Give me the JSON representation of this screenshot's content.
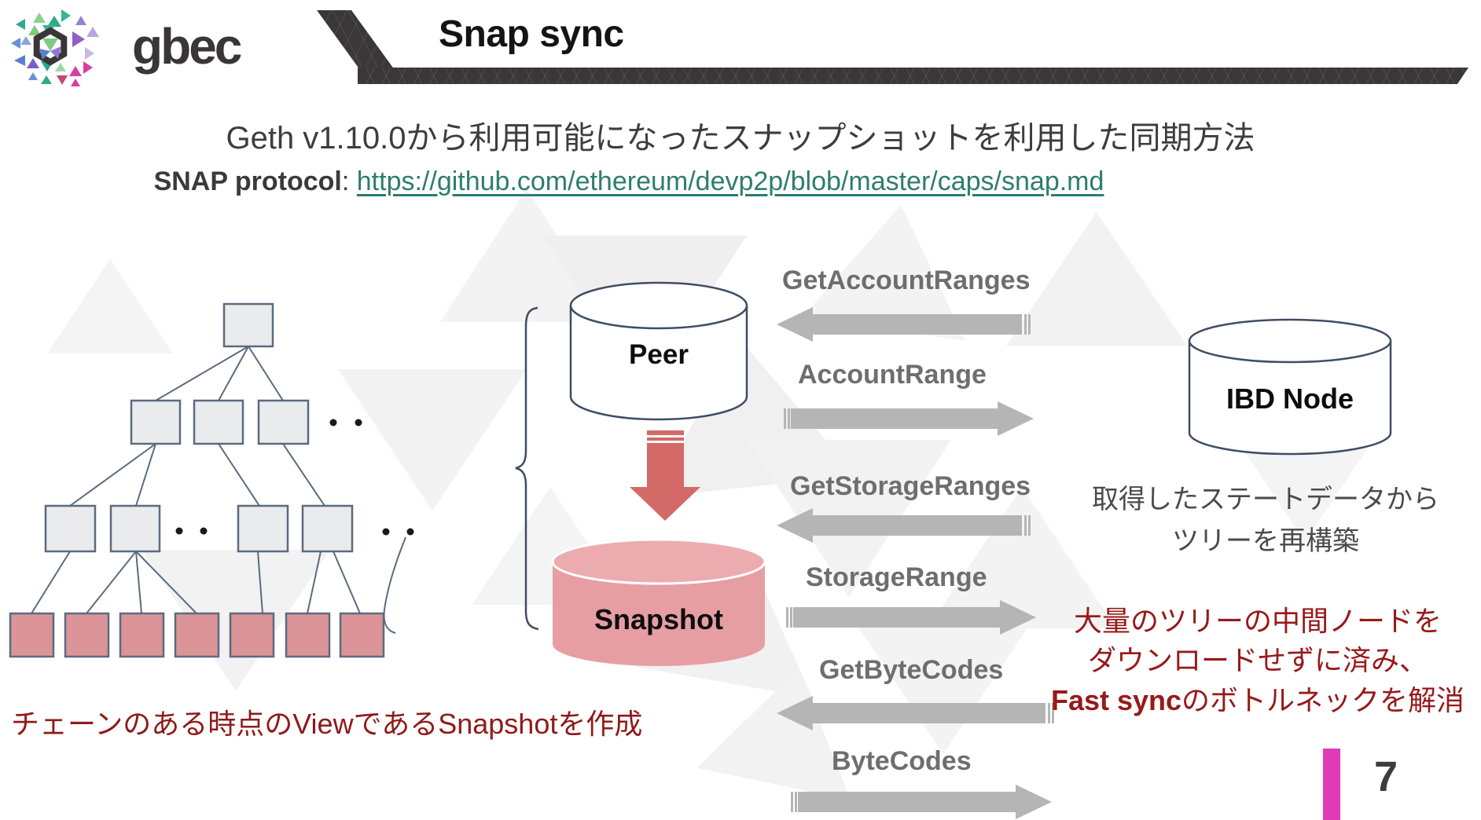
{
  "brand": {
    "wordmark": "gbec"
  },
  "header": {
    "title": "Snap sync"
  },
  "intro": {
    "line1": "Geth v1.10.0から利用可能になったスナップショットを利用した同期方法",
    "protocol_label": "SNAP protocol",
    "separator": ": ",
    "protocol_url": "https://github.com/ethereum/devp2p/blob/master/caps/snap.md"
  },
  "diagram": {
    "peer_label": "Peer",
    "snapshot_label": "Snapshot",
    "ibd_label": "IBD Node",
    "messages": [
      {
        "label": "GetAccountRanges",
        "direction": "to-peer"
      },
      {
        "label": "AccountRange",
        "direction": "to-ibd"
      },
      {
        "label": "GetStorageRanges",
        "direction": "to-peer"
      },
      {
        "label": "StorageRange",
        "direction": "to-ibd"
      },
      {
        "label": "GetByteCodes",
        "direction": "to-peer"
      },
      {
        "label": "ByteCodes",
        "direction": "to-ibd"
      }
    ],
    "snapshot_caption": "チェーンのある時点のViewであるSnapshotを作成",
    "rebuild_note": {
      "line1": "取得したステートデータから",
      "line2": "ツリーを再構築"
    },
    "benefit_note": {
      "line1": "大量のツリーの中間ノードを",
      "line2": "ダウンロードせずに済み、",
      "line3_bold": "Fast sync",
      "line3_rest": "のボトルネックを解消"
    }
  },
  "footer": {
    "page_number": "7"
  },
  "colors": {
    "link_teal": "#2E7D6E",
    "header_bar": "#3B3637",
    "message_label_gray": "#6E6E6E",
    "arrow_gray": "#B5B5B5",
    "note_red": "#971A1A",
    "caption_red": "#8F1A1A",
    "leaf_pink": "#DB9498",
    "node_gray": "#E9EBED",
    "node_border": "#5B6B80",
    "cylinder_border": "#3F4D63",
    "snapshot_pink": "#E69EA2",
    "download_arrow_red": "#D46A68",
    "page_marker_magenta": "#E03AB8"
  }
}
